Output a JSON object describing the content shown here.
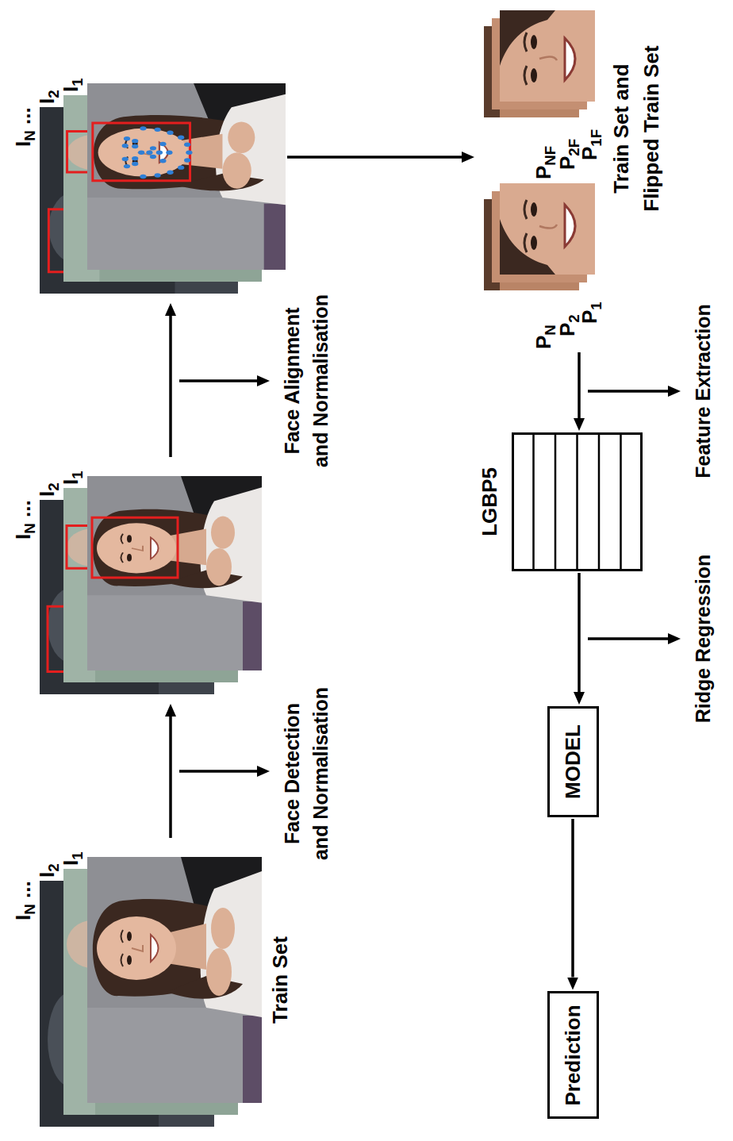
{
  "diagram": {
    "nodes": [
      {
        "text": [
          "IN ...",
          "I2",
          "I1",
          "Train Set"
        ]
      },
      {
        "text": [
          "IN ...",
          "I2",
          "I1"
        ]
      },
      {
        "text": [
          "IN ...",
          "I2",
          "I1"
        ]
      },
      {
        "text": [
          "PN",
          "P2",
          "P1",
          "PNF",
          "P2F",
          "P1F",
          "Train Set and Flipped Train Set"
        ]
      },
      {
        "text": [
          "LGBP5"
        ]
      },
      {
        "text": [
          "MODEL"
        ]
      },
      {
        "text": [
          "Prediction"
        ]
      }
    ],
    "edges": [
      {
        "from": 0,
        "to": 1,
        "arrow": "to"
      },
      {
        "from": 1,
        "to": 2,
        "arrow": "to"
      },
      {
        "from": 2,
        "to": 3,
        "arrow": "to"
      },
      {
        "from": 3,
        "to": 4,
        "arrow": "to"
      },
      {
        "from": 4,
        "to": 5,
        "arrow": "to"
      },
      {
        "from": 5,
        "to": 6,
        "arrow": "to"
      }
    ],
    "labels": [
      "Face Detection and Normalisation",
      "Face Alignment and Normalisation",
      "Feature Extraction",
      "Ridge Regression"
    ]
  }
}
